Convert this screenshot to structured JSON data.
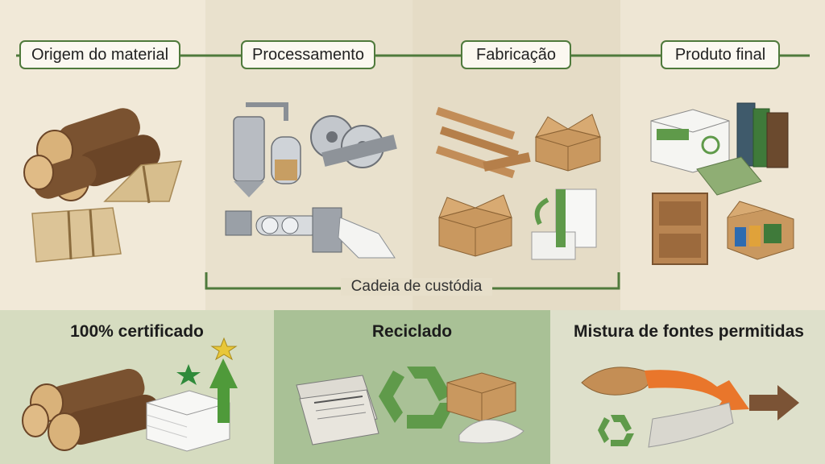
{
  "stages": [
    {
      "label": "Origem do material"
    },
    {
      "label": "Processamento"
    },
    {
      "label": "Fabricação"
    },
    {
      "label": "Produto final"
    }
  ],
  "custody_label": "Cadeia de custódia",
  "categories": [
    {
      "label": "100% certificado"
    },
    {
      "label": "Reciclado"
    },
    {
      "label": "Mistura de fontes permitidas"
    }
  ],
  "colors": {
    "green": "#4f7a3c",
    "recycle_green": "#5f9a4a",
    "orange": "#e9762b",
    "brown_arrow": "#7b5335"
  },
  "icons": [
    "logs-icon",
    "straw-bundle-icon",
    "digester-icon",
    "saw-blade-icon",
    "paper-machine-icon",
    "flatpack-furniture-icon",
    "cardboard-box-icon",
    "paper-stack-icon",
    "copy-paper-box-icon",
    "books-icon",
    "bookshelf-icon",
    "packaging-icon",
    "star-icon",
    "arrow-up-icon",
    "newspaper-icon",
    "recycle-icon",
    "wood-chips-icon",
    "flow-arrow-icon"
  ]
}
